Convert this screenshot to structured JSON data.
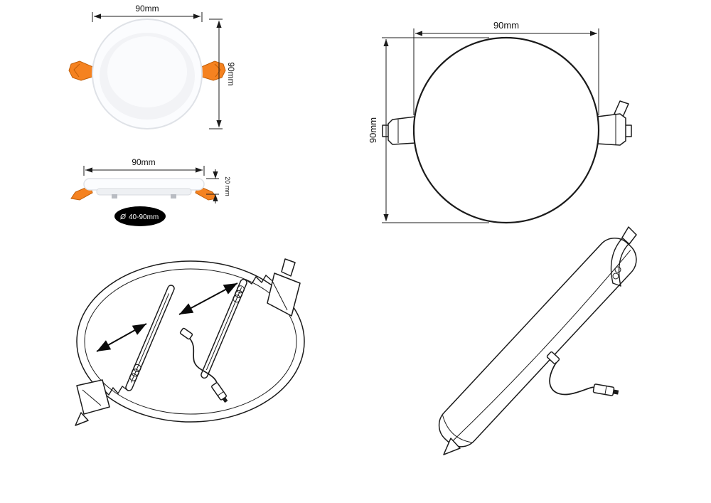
{
  "diagram": {
    "background": "#ffffff",
    "line_color": "#1b1b1b",
    "clip_color": "#F58220",
    "clip_edge_color": "#C05E08",
    "top_view": {
      "width_label": "90mm",
      "height_label": "90mm"
    },
    "side_view": {
      "width_label": "90mm",
      "thickness_label": "20 mm",
      "cutout_symbol": "Ø",
      "cutout_label": "40-90mm",
      "cutout_bg": "#000000",
      "cutout_text_color": "#ffffff"
    },
    "front_view": {
      "width_label": "90mm",
      "height_label": "90mm"
    }
  }
}
